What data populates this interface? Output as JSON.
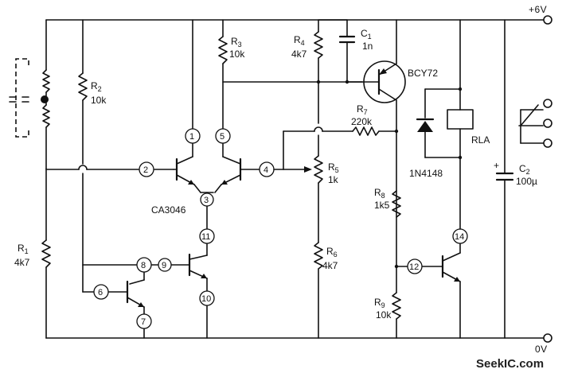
{
  "rails": {
    "positive": "+6V",
    "ground": "0V"
  },
  "components": {
    "R1": {
      "ref": "R",
      "sub": "1",
      "value": "4k7"
    },
    "R2": {
      "ref": "R",
      "sub": "2",
      "value": "10k"
    },
    "R3": {
      "ref": "R",
      "sub": "3",
      "value": "10k"
    },
    "R4": {
      "ref": "R",
      "sub": "4",
      "value": "4k7"
    },
    "R5": {
      "ref": "R",
      "sub": "5",
      "value": "1k"
    },
    "R6": {
      "ref": "R",
      "sub": "6",
      "value": "4k7"
    },
    "R7": {
      "ref": "R",
      "sub": "7",
      "value": "220k"
    },
    "R8": {
      "ref": "R",
      "sub": "8",
      "value": "1k5"
    },
    "R9": {
      "ref": "R",
      "sub": "9",
      "value": "10k"
    },
    "C1": {
      "ref": "C",
      "sub": "1",
      "value": "1n"
    },
    "C2": {
      "ref": "C",
      "sub": "2",
      "value": "100µ"
    },
    "C2_polarity": "+",
    "Q_ext": {
      "part": "BCY72"
    },
    "D1": {
      "part": "1N4148"
    },
    "relay": {
      "name": "RLA"
    },
    "ic": {
      "part": "CA3046"
    }
  },
  "pins": [
    "1",
    "2",
    "3",
    "4",
    "5",
    "6",
    "7",
    "8",
    "9",
    "10",
    "11",
    "12",
    "14"
  ],
  "watermark": "SeekIC.com",
  "icons": [
    "resistor-icon",
    "capacitor-icon",
    "npn-transistor-icon",
    "diode-icon",
    "relay-coil-icon",
    "switch-contact-icon",
    "thermistor-probe-icon",
    "terminal-icon"
  ]
}
